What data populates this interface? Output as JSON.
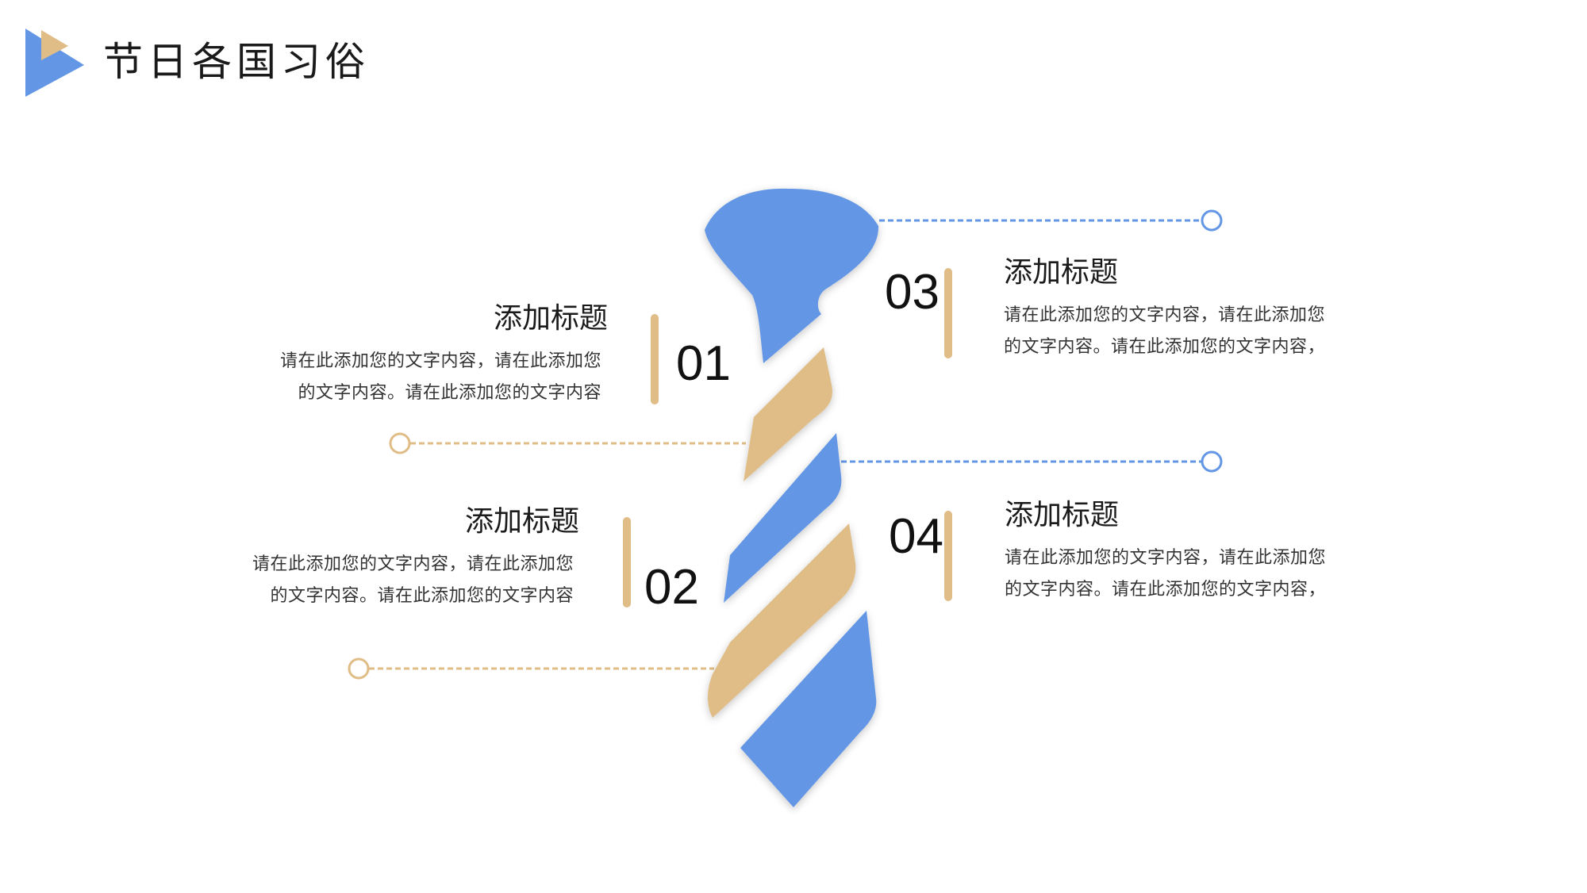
{
  "header": {
    "title": "节日各国习俗"
  },
  "colors": {
    "blue": "#6397e6",
    "gold": "#e0bc86"
  },
  "items": [
    {
      "number": "01",
      "title": "添加标题",
      "text_line1": "请在此添加您的文字内容，请在此添加您",
      "text_line2": "的文字内容。请在此添加您的文字内容"
    },
    {
      "number": "02",
      "title": "添加标题",
      "text_line1": "请在此添加您的文字内容，请在此添加您",
      "text_line2": "的文字内容。请在此添加您的文字内容"
    },
    {
      "number": "03",
      "title": "添加标题",
      "text_line1": "请在此添加您的文字内容，请在此添加您",
      "text_line2": "的文字内容。请在此添加您的文字内容，"
    },
    {
      "number": "04",
      "title": "添加标题",
      "text_line1": "请在此添加您的文字内容，请在此添加您",
      "text_line2": "的文字内容。请在此添加您的文字内容，"
    }
  ]
}
